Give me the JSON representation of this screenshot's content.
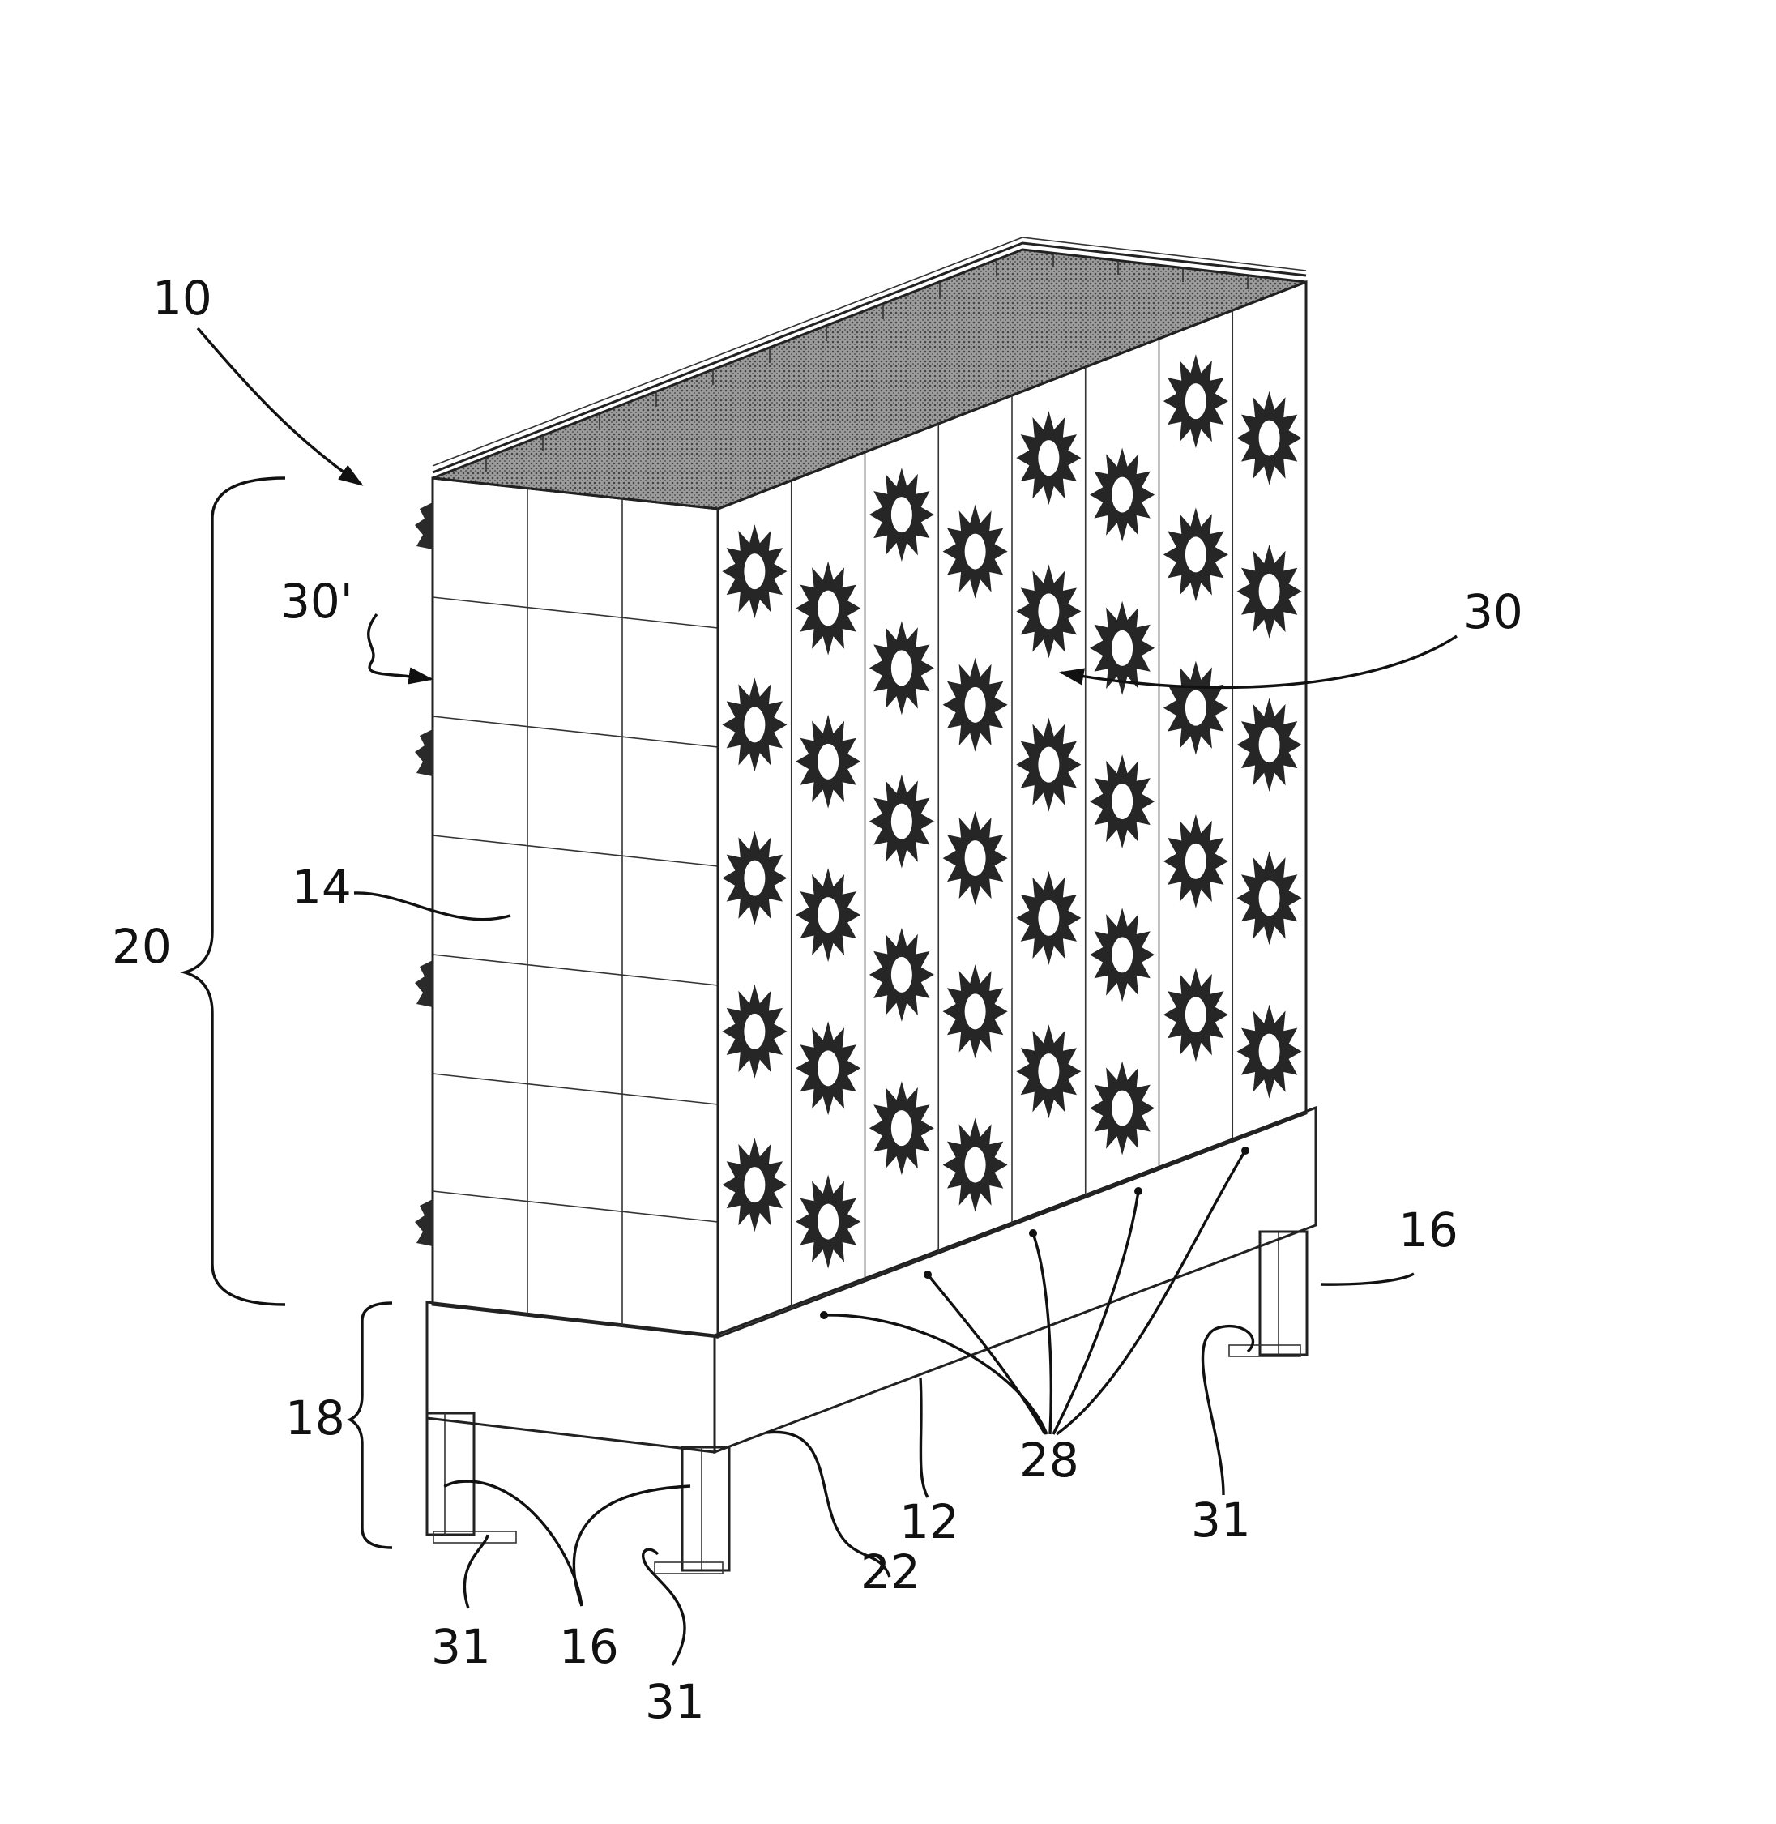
{
  "figure": {
    "reference_numerals": {
      "assembly": "10",
      "base_frame": "12",
      "side_panel": "14",
      "legs": "16",
      "base_section": "18",
      "planter_section": "20",
      "base_panel": "22",
      "drainage_holes": "28",
      "plant_openings": "30",
      "side_plant_openings": "30'",
      "foot_plates": "31"
    }
  }
}
